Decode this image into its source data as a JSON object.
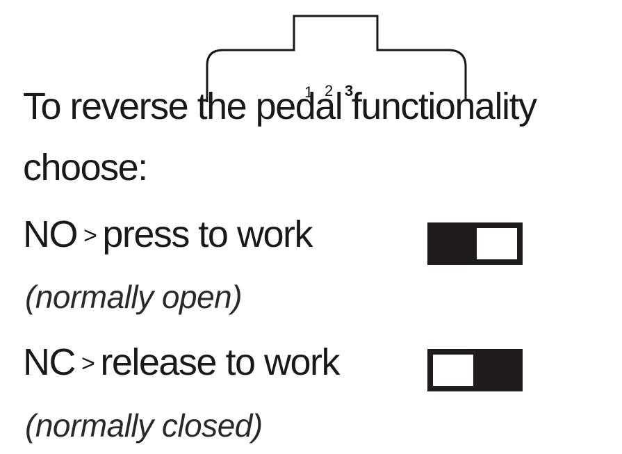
{
  "page": {
    "background": "#ffffff",
    "ink_color": "#1b1819"
  },
  "diagram": {
    "pin_labels": [
      "1",
      "2",
      "3"
    ],
    "bold_pin": "3",
    "line_color": "#1a1617"
  },
  "instructions": {
    "line1": "To reverse the pedal functionality",
    "line2": "choose:"
  },
  "options": [
    {
      "code": "NO",
      "separator": ">",
      "action": "press to work",
      "note": "(normally open)",
      "switch_knob_position": "right"
    },
    {
      "code": "NC",
      "separator": ">",
      "action": "release to work",
      "note": "(normally closed)",
      "switch_knob_position": "left"
    }
  ]
}
